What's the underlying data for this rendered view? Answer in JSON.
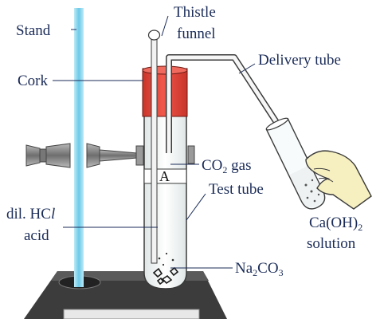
{
  "labels": {
    "stand": "Stand",
    "thistle_funnel_line1": "Thistle",
    "thistle_funnel_line2": "funnel",
    "delivery_tube": "Delivery tube",
    "cork": "Cork",
    "co2_gas_prefix": "CO",
    "co2_gas_sub": "2",
    "co2_gas_suffix": " gas",
    "marker_a": "A",
    "test_tube": "Test tube",
    "acid_line1_prefix": "dil. HC",
    "acid_line1_italic": "l",
    "acid_line2": "acid",
    "limewater_prefix": "Ca(OH)",
    "limewater_sub": "2",
    "limewater_line2": "solution",
    "carbonate_prefix": "Na",
    "carbonate_sub1": "2",
    "carbonate_mid": "CO",
    "carbonate_sub2": "3"
  },
  "colors": {
    "stand_rod": "#8fd8ef",
    "cork": "#e2483b",
    "tube_glass": "#f4f6f6",
    "tube_outline": "#3a3a3a",
    "base_plate": "#3c3c3c",
    "label_text": "#1a2b57",
    "hand": "#f6efc0",
    "clamp": "#8a8a8a"
  }
}
